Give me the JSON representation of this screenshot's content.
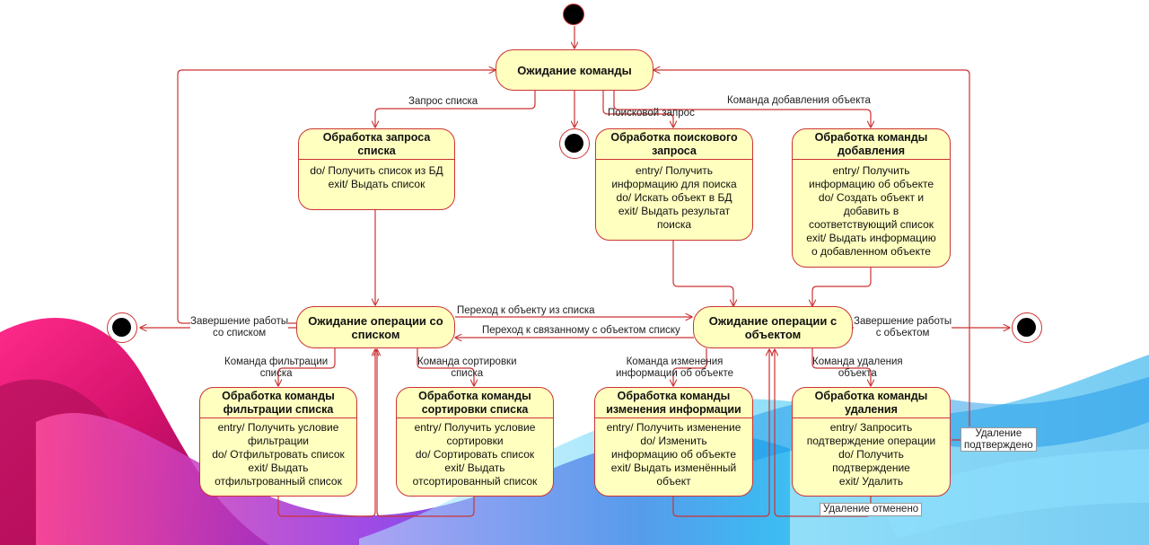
{
  "states": {
    "wait_cmd": "Ожидание команды",
    "list_req": {
      "title": "Обработка запроса списка",
      "body": [
        "do/ Получить список из БД",
        "exit/ Выдать список"
      ]
    },
    "search_req": {
      "title": "Обработка поискового запроса",
      "body": [
        "entry/ Получить",
        "информацию для поиска",
        "do/ Искать объект в БД",
        "exit/ Выдать результат",
        "поиска"
      ]
    },
    "add_cmd": {
      "title": "Обработка команды добавления",
      "body": [
        "entry/ Получить",
        "информацию об объекте",
        "do/ Создать объект и",
        "добавить в",
        "соответствующий список",
        "exit/ Выдать информацию",
        "о добавленном объекте"
      ]
    },
    "wait_list": "Ожидание операции со списком",
    "wait_obj": "Ожидание операции с объектом",
    "filter_cmd": {
      "title": "Обработка команды фильтрации списка",
      "body": [
        "entry/ Получить условие",
        "фильтрации",
        "do/ Отфильтровать список",
        "exit/ Выдать",
        "отфильтрованный список"
      ]
    },
    "sort_cmd": {
      "title": "Обработка команды сортировки списка",
      "body": [
        "entry/ Получить условие",
        "сортировки",
        "do/ Сортировать список",
        "exit/ Выдать",
        "отсортированный список"
      ]
    },
    "edit_cmd": {
      "title": "Обработка команды изменения информации",
      "body": [
        "entry/ Получить изменение",
        "do/ Изменить",
        "информацию об объекте",
        "exit/ Выдать изменённый",
        "объект"
      ]
    },
    "del_cmd": {
      "title": "Обработка команды удаления",
      "body": [
        "entry/ Запросить",
        "подтверждение операции",
        "do/ Получить",
        "подтверждение",
        "exit/ Удалить"
      ]
    }
  },
  "transitions": {
    "list_request": "Запрос списка",
    "search_request": "Поисковой запрос",
    "add_command": "Команда добавления объекта",
    "goto_object": "Переход к объекту из списка",
    "goto_related": "Переход к связанному с объектом списку",
    "end_list": [
      "Завершение работы",
      "со списком"
    ],
    "end_obj": [
      "Завершение работы",
      "с объектом"
    ],
    "filter_command": [
      "Команда фильтрации",
      "списка"
    ],
    "sort_command": [
      "Команда сортировки",
      "списка"
    ],
    "edit_command": [
      "Команда изменения",
      "информации об объекте"
    ],
    "delete_command": [
      "Команда удаления",
      "объекта"
    ],
    "delete_confirmed": [
      "Удаление",
      "подтверждено"
    ],
    "delete_cancelled": "Удаление отменено"
  },
  "colors": {
    "state_fill": "#ffffc0",
    "border": "#cc3333",
    "arrow": "#cc3333",
    "node": "#000000"
  }
}
